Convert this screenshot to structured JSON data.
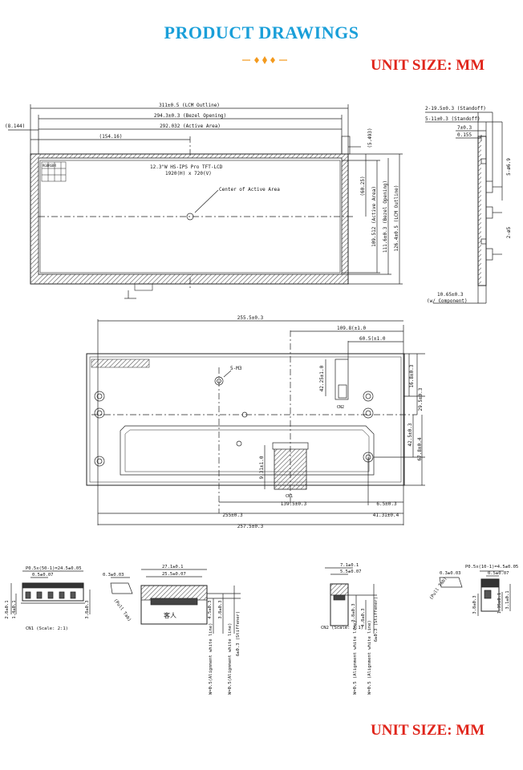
{
  "header": {
    "title": "PRODUCT DRAWINGS",
    "unit_top": "UNIT SIZE: MM",
    "unit_bottom": "UNIT SIZE: MM"
  },
  "colors": {
    "title": "#1a9fd9",
    "unit": "#e0251b",
    "ornament": "#f39a1e"
  },
  "front_view": {
    "lcm_outline": "311±0.5 (LCM Outline)",
    "bezel_opening": "294.3±0.3 (Bezel Opening)",
    "active_area": "292.032 (Active Area)",
    "left_offset": "(8.144)",
    "half_width": "(154.16)",
    "top_offset": "(5.493)",
    "panel_line1": "12.3\"W HS-IPS Pro TFT-LCD",
    "panel_line2": "1920(H) x 720(V)",
    "center_label": "Center of Active Area",
    "rgb_label": "RGBRGBR",
    "half_height": "(60.25)",
    "active_height": "109.512 (Active Area)",
    "bezel_height": "111.6±0.3 (Bezel Opening)",
    "lcm_height": "126.4±0.5 (LCM Outline)"
  },
  "side_view": {
    "standoff_1": "2-19.5±0.3 (Standoff)",
    "standoff_2": "5-11±0.3 (Standoff)",
    "dim_7": "7±0.3",
    "dim_0155": "0.155",
    "hole_69": "5-ø6.9",
    "hole_5": "2-ø5",
    "component": "10.65±0.3",
    "component_note": "(w/ Component)"
  },
  "back_view": {
    "dim_2555": "255.5±0.3",
    "dim_1098": "109.8(±1.0",
    "dim_605": "60.5(±1.0",
    "screw": "5-M3",
    "dim_4225": "42.25±1.0",
    "cn2": "CN2",
    "dim_168": "16.8±0.3",
    "dim_295": "29.5±0.3",
    "dim_425": "42.5±0.3",
    "dim_678": "67.8±0.4",
    "dim_931": "9.31±1.0",
    "cn1": "CN1",
    "dim_1395": "139.5±0.3",
    "dim_65": "6.5±0.3",
    "dim_255": "255±0.3",
    "dim_4131": "41.31±0.4",
    "dim_2575": "257.5±0.3"
  },
  "connectors": {
    "cn1_pitch": "P0.5x(50-1)=24.5±0.05",
    "cn1_pad": "0.5±0.07",
    "cn1_h1": "2.8±0.1",
    "cn1_h2": "1.4±0.1",
    "cn1_h3": "3.8±0.3",
    "cn1_scale": "CN1 (Scale: 2:1)",
    "cn1_t": "0.3±0.03",
    "cn1_tab": "(Pull Tab)",
    "fpc1_w1": "27.1±0.1",
    "fpc1_w2": "25.5±0.07",
    "fpc1_mark": "客人",
    "fpc1_v1": "4.5±0.3",
    "fpc1_v2": "3.8±0.3",
    "fpc1_v3": "6±0.3 (Stiffener)",
    "fpc1_a1": "W=0.5(Alignment white line)",
    "fpc1_a2": "W=0.5(Alignment white line)",
    "cn2_w1": "7.1±0.1",
    "cn2_w2": "5.5±0.07",
    "cn2_h1": "3.8±0.3",
    "cn2_h2": "4.8±0.3",
    "cn2_h3": "6±0.3 (Stiffener)",
    "cn2_scale": "CN2 (Scale: 2:1)",
    "cn2_a1": "W=0.5 (Alignment white line)",
    "cn2_a2": "W=0.5 (Alignment white line)",
    "cn3_pitch": "P0.5x(10-1)=4.5±0.05",
    "cn3_pad": "0.5±0.07",
    "cn3_t": "0.3±0.03",
    "cn3_tab": "(Pull Tab)",
    "cn3_h1": "3.8±0.3",
    "cn3_h2": "1.35±0.1",
    "cn3_h3": "3.1±0.1"
  }
}
